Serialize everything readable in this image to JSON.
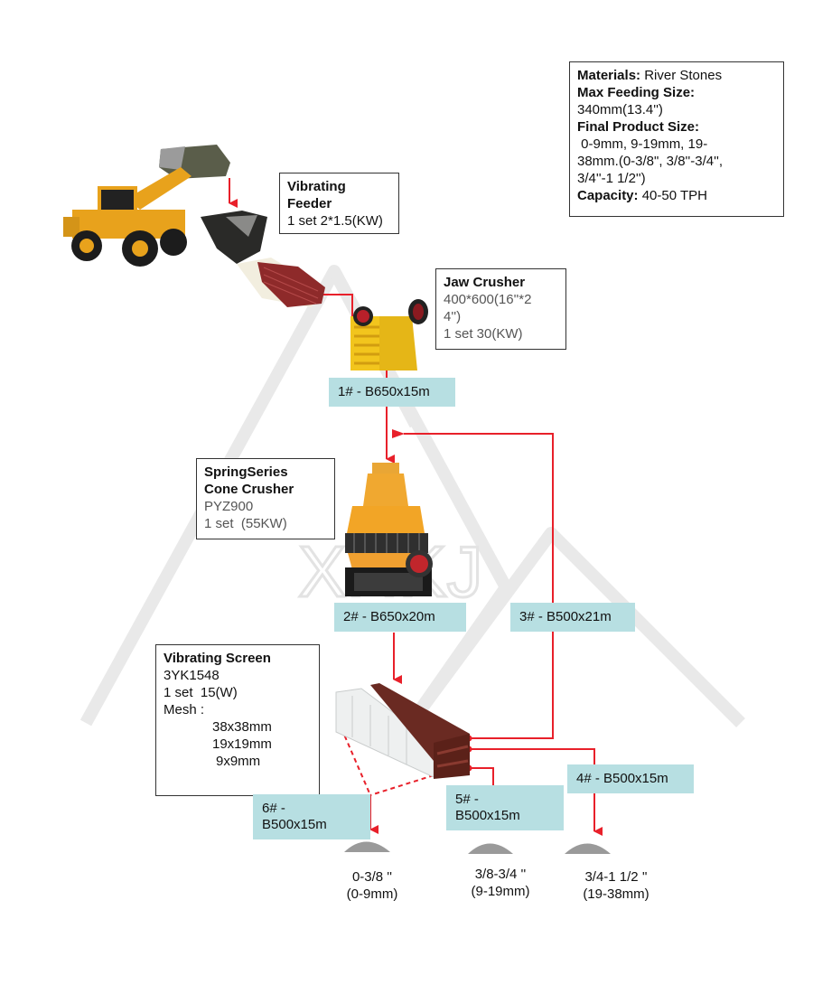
{
  "diagram": {
    "title": "River Stones Crushing Plant Flowchart",
    "watermark": "XHKJ",
    "colors": {
      "flow_line": "#e8202a",
      "belt_bg": "#b7dfe2",
      "box_border": "#333333"
    },
    "summary": {
      "materials_label": "Materials:",
      "materials_value": "River Stones",
      "max_feed_label": "Max Feeding Size:",
      "max_feed_value": "340mm(13.4'')",
      "final_size_label": "Final Product Size:",
      "final_size_value_1": " 0-9mm, 9-19mm, 19-",
      "final_size_value_2": "38mm.(0-3/8\", 3/8''-3/4'',",
      "final_size_value_3": "3/4''-1 1/2'')",
      "capacity_label": "Capacity:",
      "capacity_value": " 40-50 TPH"
    },
    "equipment": {
      "loader": {
        "name": "Wheel Loader"
      },
      "feeder": {
        "title_1": "Vibrating",
        "title_2": "Feeder",
        "spec": "1 set 2*1.5(KW)"
      },
      "jaw": {
        "title": "Jaw Crusher",
        "spec_1": "400*600(16''*2",
        "spec_2": "4'')",
        "spec_3": "1 set 30(KW)"
      },
      "cone": {
        "title_1": "SpringSeries",
        "title_2": "Cone Crusher",
        "model": "PYZ900",
        "spec": "1 set  (55KW)"
      },
      "screen": {
        "title": "Vibrating Screen",
        "model": "3YK1548",
        "spec": "1 set  15(W)",
        "mesh_label": "Mesh :",
        "mesh": [
          "38x38mm",
          "19x19mm",
          "9x9mm"
        ]
      }
    },
    "belts": [
      {
        "id": "1#",
        "label": "1# - B650x15m"
      },
      {
        "id": "2#",
        "label": "2# - B650x20m"
      },
      {
        "id": "3#",
        "label": "3# - B500x21m"
      },
      {
        "id": "4#",
        "label": "4# - B500x15m"
      },
      {
        "id": "5#",
        "label_1": "5# -",
        "label_2": "B500x15m"
      },
      {
        "id": "6#",
        "label_1": "6# -",
        "label_2": "B500x15m"
      }
    ],
    "products": [
      {
        "inch": "0-3/8 ''",
        "mm": "(0-9mm)"
      },
      {
        "inch": "3/8-3/4 ''",
        "mm": "(9-19mm)"
      },
      {
        "inch": "3/4-1 1/2 ''",
        "mm": "(19-38mm)"
      }
    ]
  }
}
